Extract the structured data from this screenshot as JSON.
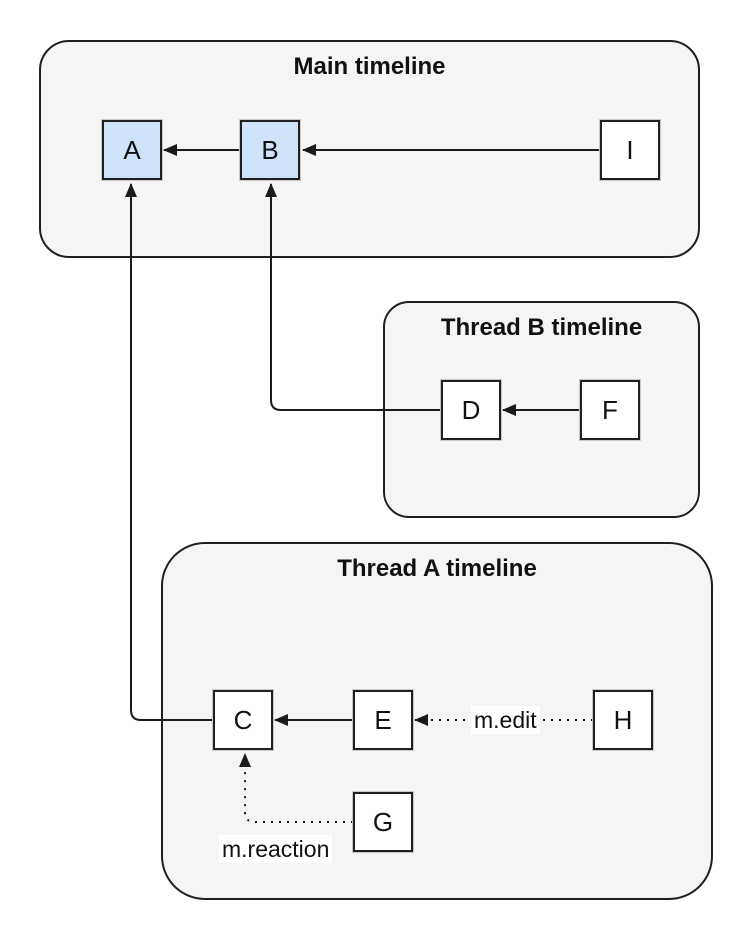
{
  "groups": {
    "main": {
      "title": "Main timeline"
    },
    "thread_b": {
      "title": "Thread B timeline"
    },
    "thread_a": {
      "title": "Thread A timeline"
    }
  },
  "nodes": {
    "A": {
      "label": "A",
      "highlighted": true,
      "group": "main"
    },
    "B": {
      "label": "B",
      "highlighted": true,
      "group": "main"
    },
    "I": {
      "label": "I",
      "highlighted": false,
      "group": "main"
    },
    "D": {
      "label": "D",
      "highlighted": false,
      "group": "thread_b"
    },
    "F": {
      "label": "F",
      "highlighted": false,
      "group": "thread_b"
    },
    "C": {
      "label": "C",
      "highlighted": false,
      "group": "thread_a"
    },
    "E": {
      "label": "E",
      "highlighted": false,
      "group": "thread_a"
    },
    "H": {
      "label": "H",
      "highlighted": false,
      "group": "thread_a"
    },
    "G": {
      "label": "G",
      "highlighted": false,
      "group": "thread_a"
    }
  },
  "edges": [
    {
      "from": "B",
      "to": "A",
      "style": "solid",
      "label": ""
    },
    {
      "from": "I",
      "to": "B",
      "style": "solid",
      "label": ""
    },
    {
      "from": "F",
      "to": "D",
      "style": "solid",
      "label": ""
    },
    {
      "from": "D",
      "to": "B",
      "style": "solid",
      "label": ""
    },
    {
      "from": "E",
      "to": "C",
      "style": "solid",
      "label": ""
    },
    {
      "from": "H",
      "to": "E",
      "style": "dotted",
      "label": "m.edit"
    },
    {
      "from": "G",
      "to": "C",
      "style": "dotted",
      "label": "m.reaction"
    },
    {
      "from": "C",
      "to": "A",
      "style": "solid",
      "label": ""
    }
  ],
  "edge_labels": {
    "edit": "m.edit",
    "reaction": "m.reaction"
  },
  "colors": {
    "highlight_fill": "#cfe2f7",
    "node_fill": "#ffffff",
    "group_fill": "#f5f5f5",
    "stroke": "#1a1a1a"
  }
}
